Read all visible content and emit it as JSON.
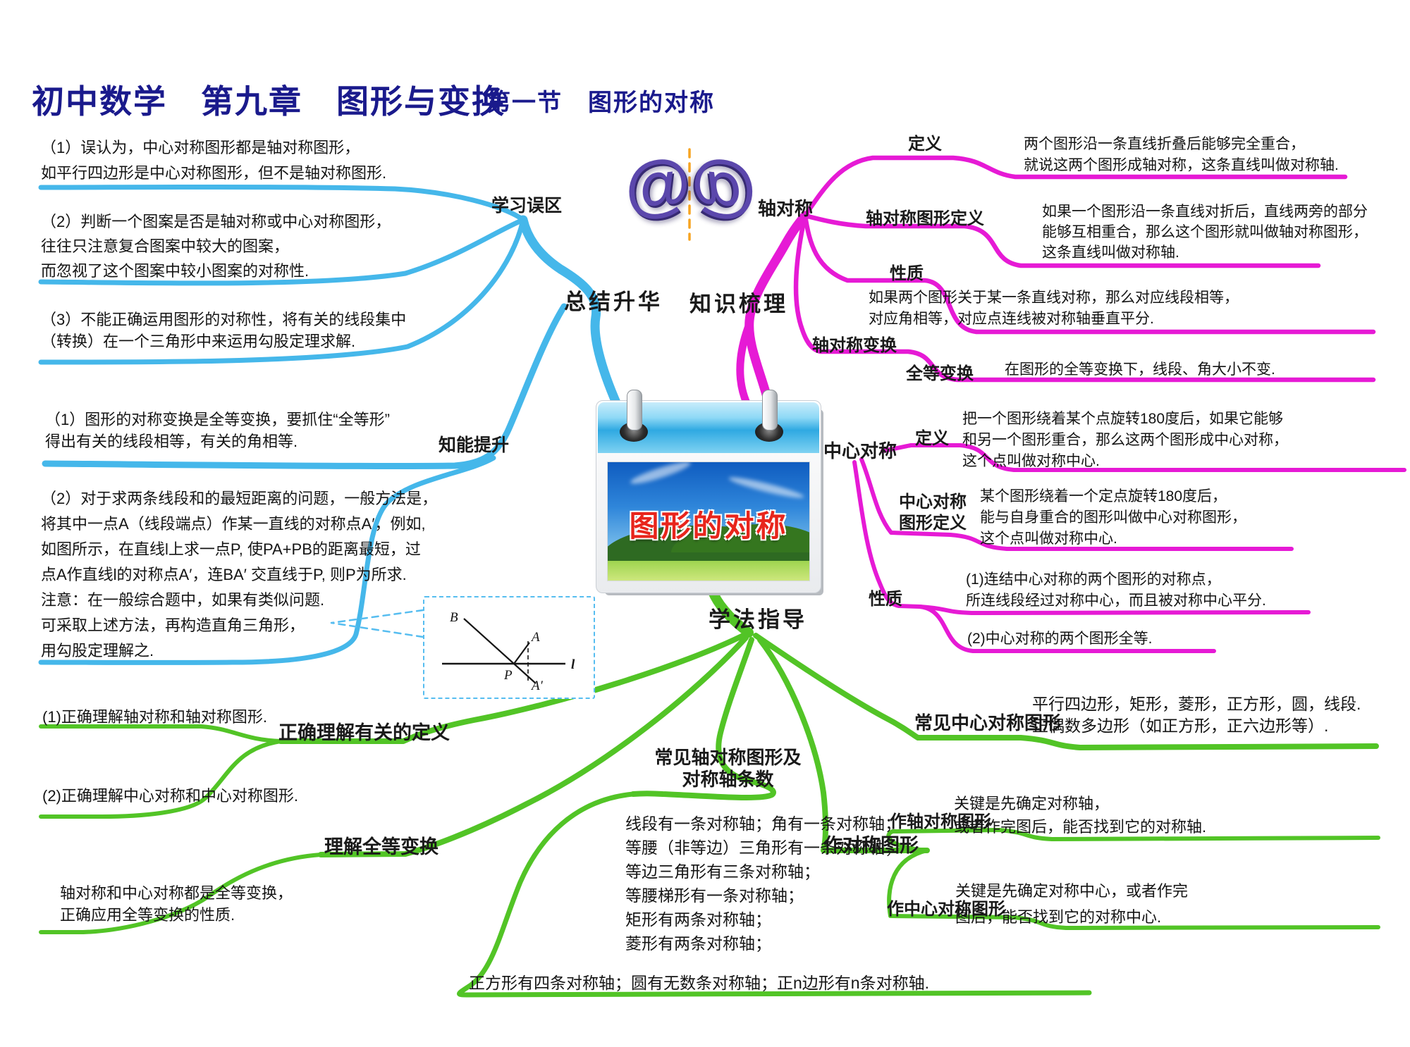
{
  "title": {
    "main": "初中数学　第九章　图形与变换",
    "section": "第一节　图形的对称"
  },
  "center": {
    "poster_caption": "图形的对称",
    "at_symbol": "@"
  },
  "roots": {
    "summary": "总结升华",
    "knowledge": "知识梳理",
    "method": "学法指导"
  },
  "blue": {
    "mistakes_label": "学习误区",
    "improve_label": "知能提升",
    "mistake1": [
      "（1）误认为，中心对称图形都是轴对称图形，",
      "如平行四边形是中心对称图形，但不是轴对称图形."
    ],
    "mistake2": [
      "（2）判断一个图案是否是轴对称或中心对称图形，",
      "往往只注意复合图案中较大的图案，",
      "而忽视了这个图案中较小图案的对称性."
    ],
    "mistake3": [
      "（3）不能正确运用图形的对称性，将有关的线段集中",
      "（转换）在一个三角形中来运用勾股定理求解."
    ],
    "improve1": [
      "（1）图形的对称变换是全等变换，要抓住“全等形”",
      "得出有关的线段相等，有关的角相等."
    ],
    "improve2": [
      "（2）对于求两条线段和的最短距离的问题，一般方法是，",
      "将其中一点A（线段端点）作某一直线的对称点A′，例如,",
      "如图所示，在直线l上求一点P, 使PA+PB的距离最短，过",
      "点A作直线l的对称点A′，连BA′ 交直线于P, 则P为所求.",
      "注意：在一般综合题中，如果有类似问题.",
      "可采取上述方法，再构造直角三角形，",
      "用勾股定理解之."
    ],
    "diagram": {
      "b": "B",
      "a": "A",
      "a_prime": "A′",
      "p": "P",
      "l": "l"
    }
  },
  "magenta": {
    "axis": {
      "label": "轴对称",
      "def_label": "定义",
      "def_text": [
        "两个图形沿一条直线折叠后能够完全重合，",
        "就说这两个图形成轴对称，这条直线叫做对称轴."
      ],
      "figure_def_label": "轴对称图形定义",
      "figure_def_text": [
        "如果一个图形沿一条直线对折后，直线两旁的部分",
        "能够互相重合，那么这个图形就叫做轴对称图形，",
        "这条直线叫做对称轴."
      ],
      "property_label": "性质",
      "property_text": [
        "如果两个图形关于某一条直线对称，那么对应线段相等，",
        "对应角相等，对应点连线被对称轴垂直平分."
      ],
      "transform_label": "轴对称变换",
      "congruent_label": "全等变换",
      "congruent_text": "在图形的全等变换下，线段、角大小不变."
    },
    "central": {
      "label": "中心对称",
      "def_label": "定义",
      "def_text": [
        "把一个图形绕着某个点旋转180度后，如果它能够",
        "和另一个图形重合，那么这两个图形成中心对称，",
        "这个点叫做对称中心."
      ],
      "figure_def_label": [
        "中心对称",
        "图形定义"
      ],
      "figure_def_text": [
        "某个图形绕着一个定点旋转180度后，",
        "能与自身重合的图形叫做中心对称图形，",
        "这个点叫做对称中心."
      ],
      "property_label": "性质",
      "property_text1": [
        "(1)连结中心对称的两个图形的对称点，",
        "所连线段经过对称中心，而且被对称中心平分."
      ],
      "property_text2": "(2)中心对称的两个图形全等."
    }
  },
  "green": {
    "definitions_label": "正确理解有关的定义",
    "definitions_item1": "(1)正确理解轴对称和轴对称图形.",
    "definitions_item2": "(2)正确理解中心对称和中心对称图形.",
    "congruent_label": "理解全等变换",
    "congruent_text": [
      "轴对称和中心对称都是全等变换，",
      "正确应用全等变换的性质."
    ],
    "axis_figures_label": [
      "常见轴对称图形及",
      "对称轴条数"
    ],
    "axis_figures_list": [
      "线段有一条对称轴；角有一条对称轴；",
      "等腰（非等边）三角形有一条对称轴；",
      "等边三角形有三条对称轴；",
      "等腰梯形有一条对称轴；",
      "矩形有两条对称轴；",
      "菱形有两条对称轴；"
    ],
    "axis_figures_last": "正方形有四条对称轴；圆有无数条对称轴；正n边形有n条对称轴.",
    "central_figures_label": "常见中心对称图形",
    "central_figures_text": [
      "平行四边形，矩形，菱形，正方形，圆，线段.",
      "正偶数多边形（如正方形，正六边形等）."
    ],
    "draw_label": "作对称图形",
    "draw_axis_label": "作轴对称图形",
    "draw_axis_text": [
      "关键是先确定对称轴，",
      "或者作完图后，能否找到它的对称轴."
    ],
    "draw_central_label": "作中心对称图形",
    "draw_central_text": [
      "关键是先确定对称中心，或者作完",
      "图后，能否找到它的对称中心."
    ]
  },
  "colors": {
    "blue": "#45b7ea",
    "magenta": "#e61ad5",
    "green": "#52c426",
    "title_navy": "#1a1a8c",
    "orange": "#f7a421",
    "purple": "#5b47ac",
    "caption_red": "#e8251c"
  }
}
